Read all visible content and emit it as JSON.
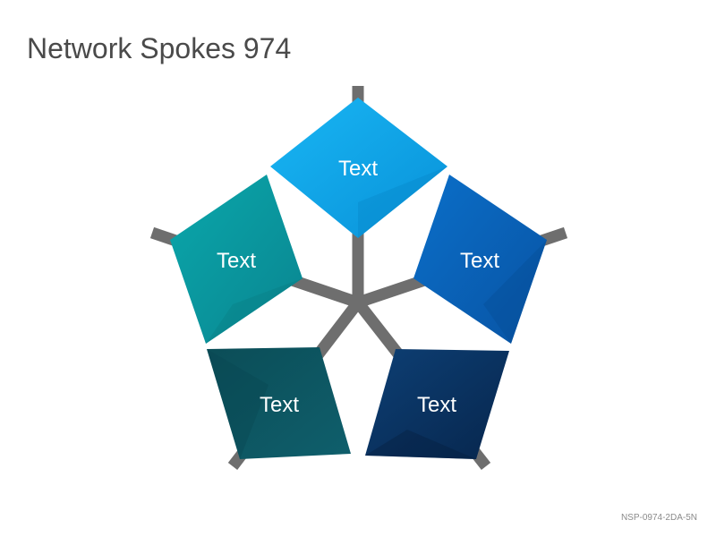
{
  "title": "Network Spokes 974",
  "footer_code": "NSP-0974-2DA-5N",
  "colors": {
    "spoke": "#6e6e6e",
    "node_top": "#0aa8ea",
    "node_right": "#0a62bb",
    "node_bottom_right": "#0a3564",
    "node_bottom_left": "#0d5360",
    "node_left": "#0a9aa2"
  },
  "nodes": [
    {
      "id": "top",
      "label": "Text"
    },
    {
      "id": "right",
      "label": "Text"
    },
    {
      "id": "bottom-right",
      "label": "Text"
    },
    {
      "id": "bottom-left",
      "label": "Text"
    },
    {
      "id": "left",
      "label": "Text"
    }
  ]
}
